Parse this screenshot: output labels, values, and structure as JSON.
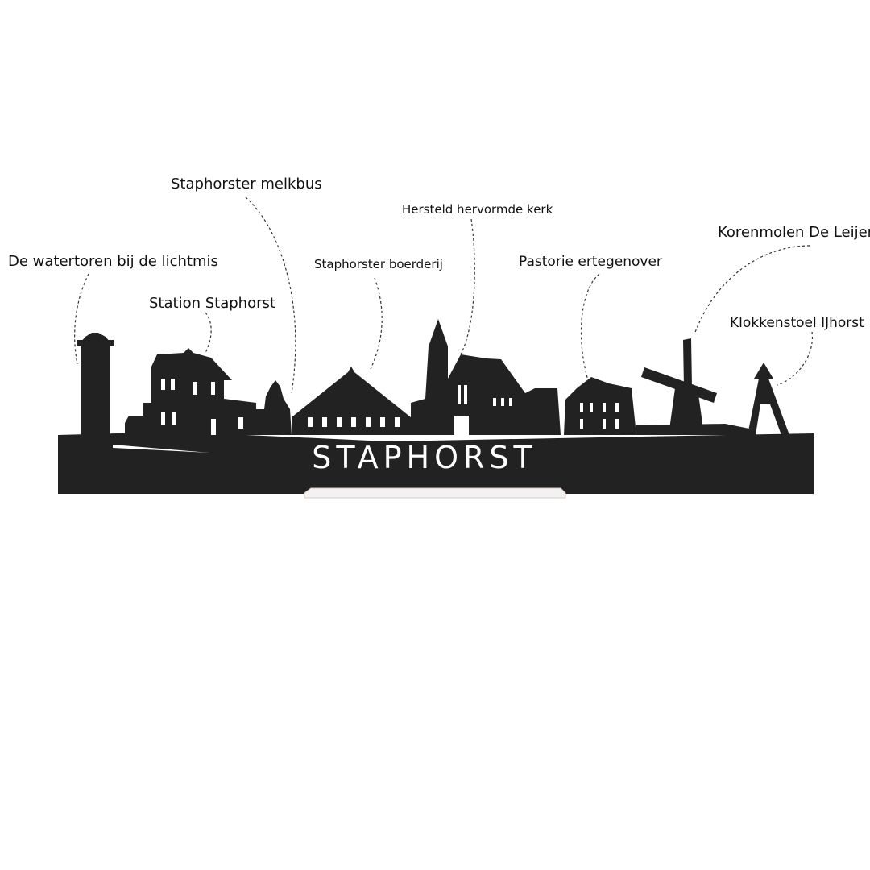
{
  "product": {
    "city_name": "STAPHORST",
    "silhouette_color": "#222222",
    "stand_color": "#f2f2f2"
  },
  "landmarks": [
    {
      "label": "De watertoren bij de lichtmis"
    },
    {
      "label": "Station Staphorst"
    },
    {
      "label": "Staphorster melkbus"
    },
    {
      "label": "Staphorster boerderij"
    },
    {
      "label": "Hersteld hervormde kerk"
    },
    {
      "label": "Pastorie ertegenover"
    },
    {
      "label": "Korenmolen De Leijen"
    },
    {
      "label": "Klokkenstoel IJhorst"
    }
  ]
}
